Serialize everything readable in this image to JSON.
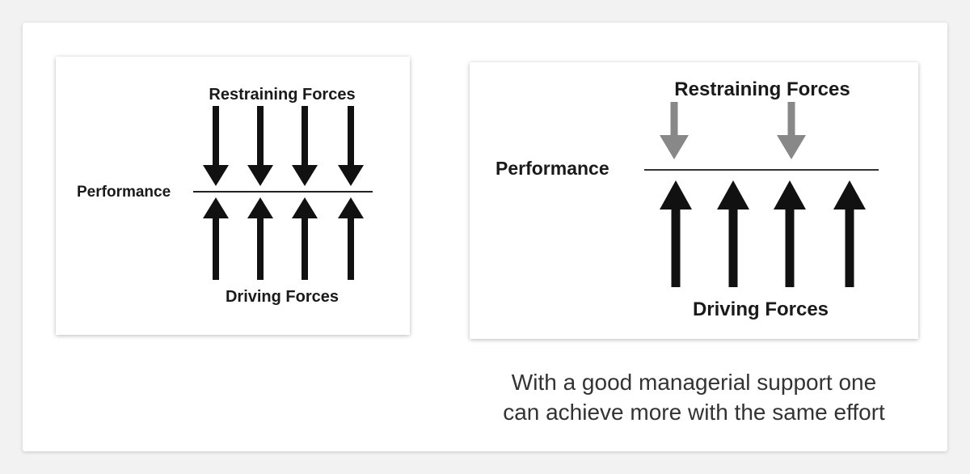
{
  "diagrams": [
    {
      "id": "left",
      "top_label": "Restraining Forces",
      "middle_label": "Performance",
      "bottom_label": "Driving Forces",
      "restraining_arrow_count": 4,
      "driving_arrow_count": 4,
      "restraining_color": "#111111",
      "driving_color": "#111111"
    },
    {
      "id": "right",
      "top_label": "Restraining Forces",
      "middle_label": "Performance",
      "bottom_label": "Driving Forces",
      "restraining_arrow_count": 2,
      "driving_arrow_count": 4,
      "restraining_color": "#888888",
      "driving_color": "#111111"
    }
  ],
  "caption": {
    "line1": "With a good managerial support one",
    "line2": "can achieve more with the same effort"
  }
}
